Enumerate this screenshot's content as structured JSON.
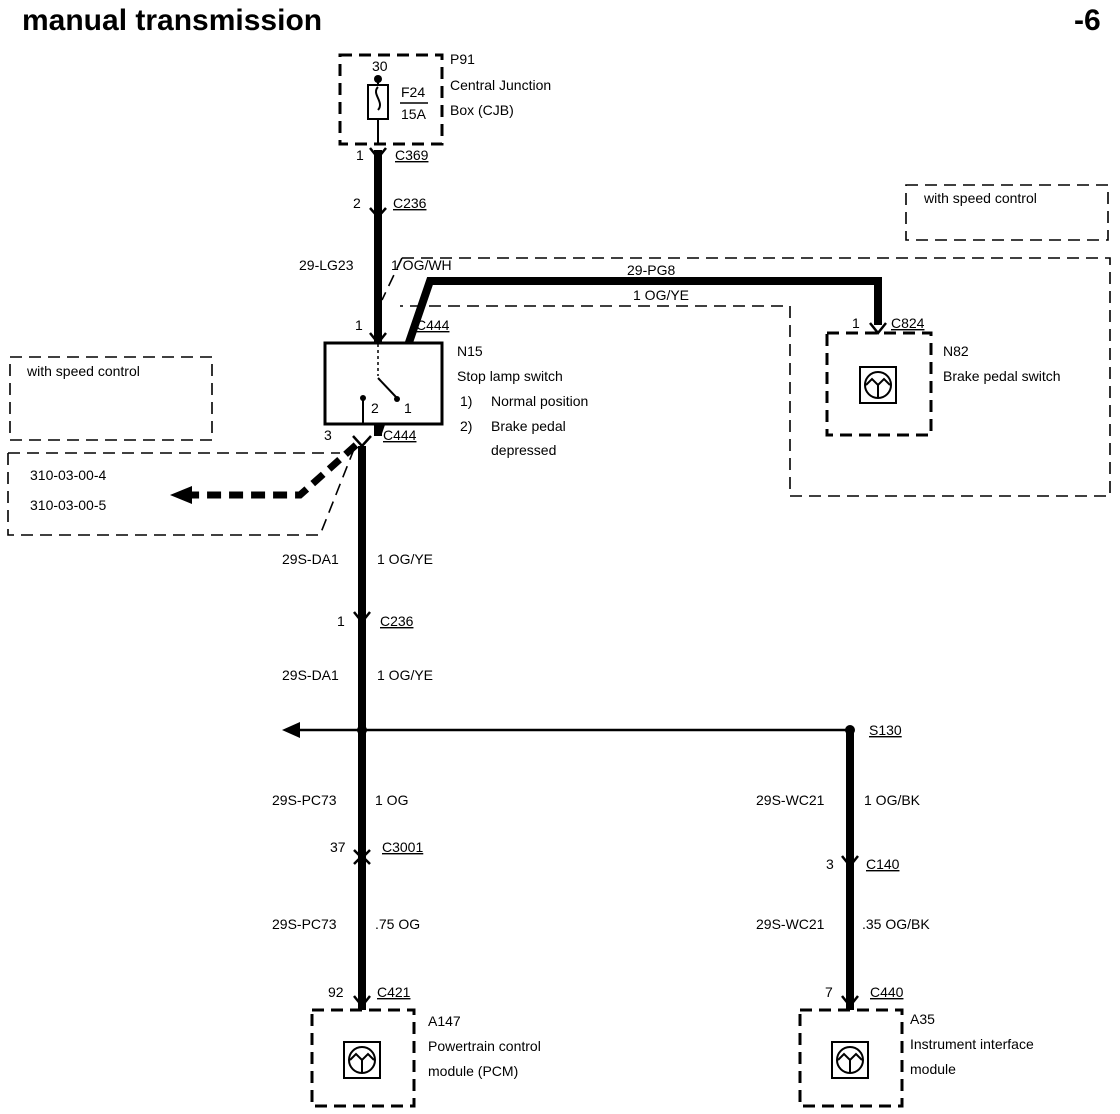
{
  "title": "manual transmission",
  "page_suffix": "-6",
  "cjb": {
    "ref": "P91",
    "name_line1": "Central Junction",
    "name_line2": "Box (CJB)",
    "terminal": "30",
    "fuse": "F24",
    "fuse_rating": "15A"
  },
  "connectors": {
    "c369": {
      "pin": "1",
      "name": "C369"
    },
    "c236_top": {
      "pin": "2",
      "name": "C236"
    },
    "c444_top": {
      "pin": "1",
      "name": "C444"
    },
    "c444_bottom": {
      "pin": "3",
      "name": "C444"
    },
    "c824": {
      "pin": "1",
      "name": "C824"
    },
    "c236_mid": {
      "pin": "1",
      "name": "C236"
    },
    "s130": {
      "name": "S130"
    },
    "c3001": {
      "pin": "37",
      "name": "C3001"
    },
    "c140": {
      "pin": "3",
      "name": "C140"
    },
    "c421": {
      "pin": "92",
      "name": "C421"
    },
    "c440": {
      "pin": "7",
      "name": "C440"
    }
  },
  "wires": {
    "lg23": {
      "circuit": "29-LG23",
      "spec": "1 OG/WH"
    },
    "pg8": {
      "circuit": "29-PG8",
      "spec": "1 OG/YE"
    },
    "da1_a": {
      "circuit": "29S-DA1",
      "spec": "1 OG/YE"
    },
    "da1_b": {
      "circuit": "29S-DA1",
      "spec": "1 OG/YE"
    },
    "pc73_a": {
      "circuit": "29S-PC73",
      "spec": "1 OG"
    },
    "pc73_b": {
      "circuit": "29S-PC73",
      "spec": ".75 OG"
    },
    "wc21_a": {
      "circuit": "29S-WC21",
      "spec": "1 OG/BK"
    },
    "wc21_b": {
      "circuit": "29S-WC21",
      "spec": ".35 OG/BK"
    }
  },
  "speed_control_right": "with speed control",
  "speed_control_left": "with speed control",
  "stop_lamp_switch": {
    "ref": "N15",
    "name": "Stop lamp switch",
    "pin_left": "2",
    "pin_right": "1",
    "note1_num": "1)",
    "note1_text": "Normal position",
    "note2_num": "2)",
    "note2_text_line1": "Brake pedal",
    "note2_text_line2": "depressed"
  },
  "brake_pedal_switch": {
    "ref": "N82",
    "name": "Brake pedal switch"
  },
  "cross_refs": [
    "310-03-00-4",
    "310-03-00-5"
  ],
  "pcm": {
    "ref": "A147",
    "name_line1": "Powertrain control",
    "name_line2": "module (PCM)"
  },
  "iim": {
    "ref": "A35",
    "name_line1": "Instrument interface",
    "name_line2": "module"
  }
}
